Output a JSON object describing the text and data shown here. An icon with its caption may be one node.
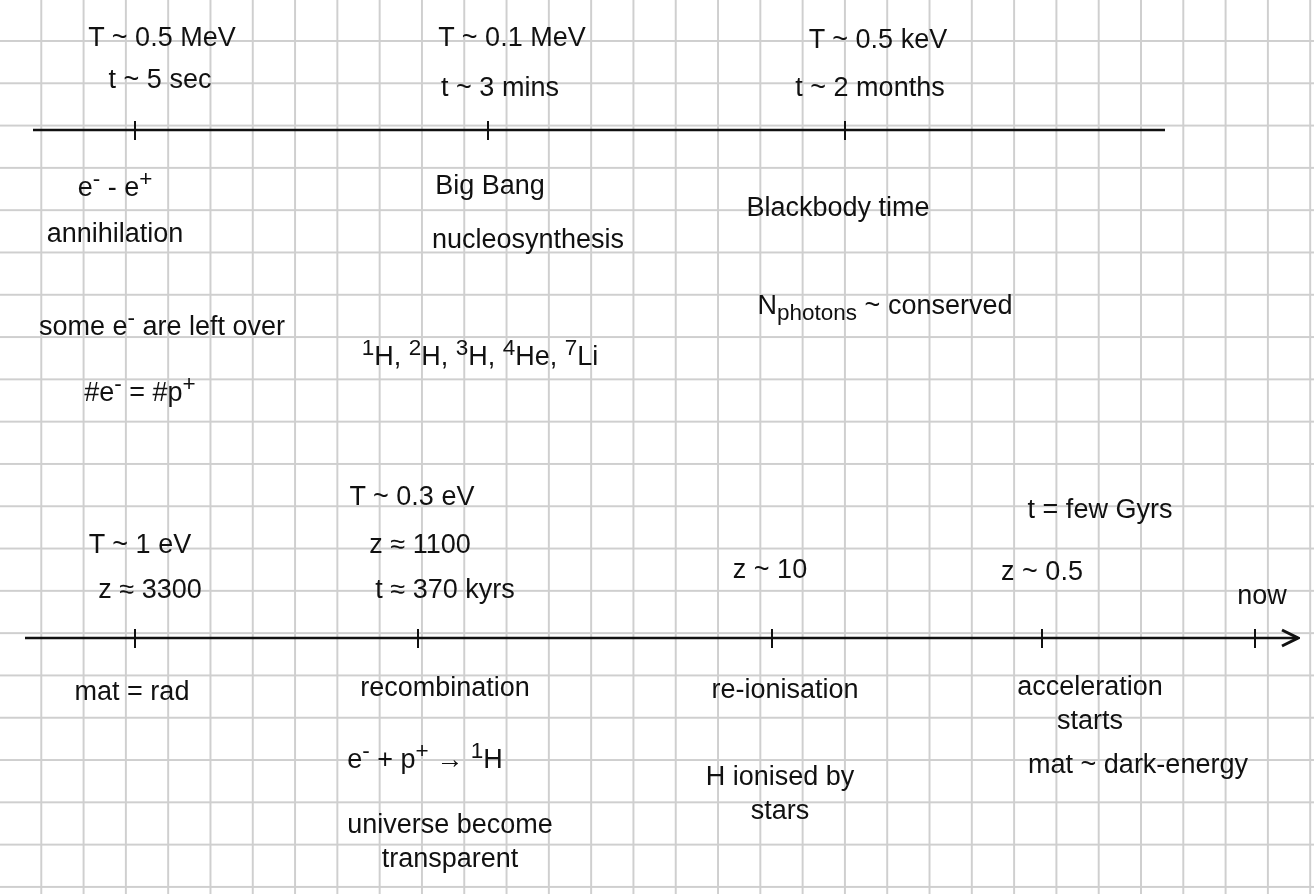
{
  "diagram": {
    "labels": [
      "T ~ 0.5 MeV",
      "t ~ 5 sec",
      "T ~ 0.1 MeV",
      "t ~ 3 mins",
      "T ~ 0.5 keV",
      "t ~ 2 months",
      "e$^{-}$ - e$^{+}$",
      "annihilation",
      "Big Bang",
      "nucleosynthesis",
      "Blackbody time",
      "some e$^{-}$ are left over",
      "N$_{photons}$ ~ conserved",
      "$^{1}$H, $^{2}$H, $^{3}$H, $^{4}$He, $^{7}$Li",
      "#e$^{-}$ = #p$^{+}$",
      "T ~ 0.3 eV",
      "t = few Gyrs",
      "T ~ 1 eV",
      "z ≈ 1100",
      "z ≈ 3300",
      "t ≈ 370 kyrs",
      "z ~ 10",
      "z ~ 0.5",
      "now",
      "mat = rad",
      "recombination",
      "re-ionisation",
      "acceleration starts",
      "e$^{-}$ + p$^{+}$ → $^{1}$H",
      "H ionised by stars",
      "mat ~ dark-energy",
      "universe become transparent"
    ]
  }
}
